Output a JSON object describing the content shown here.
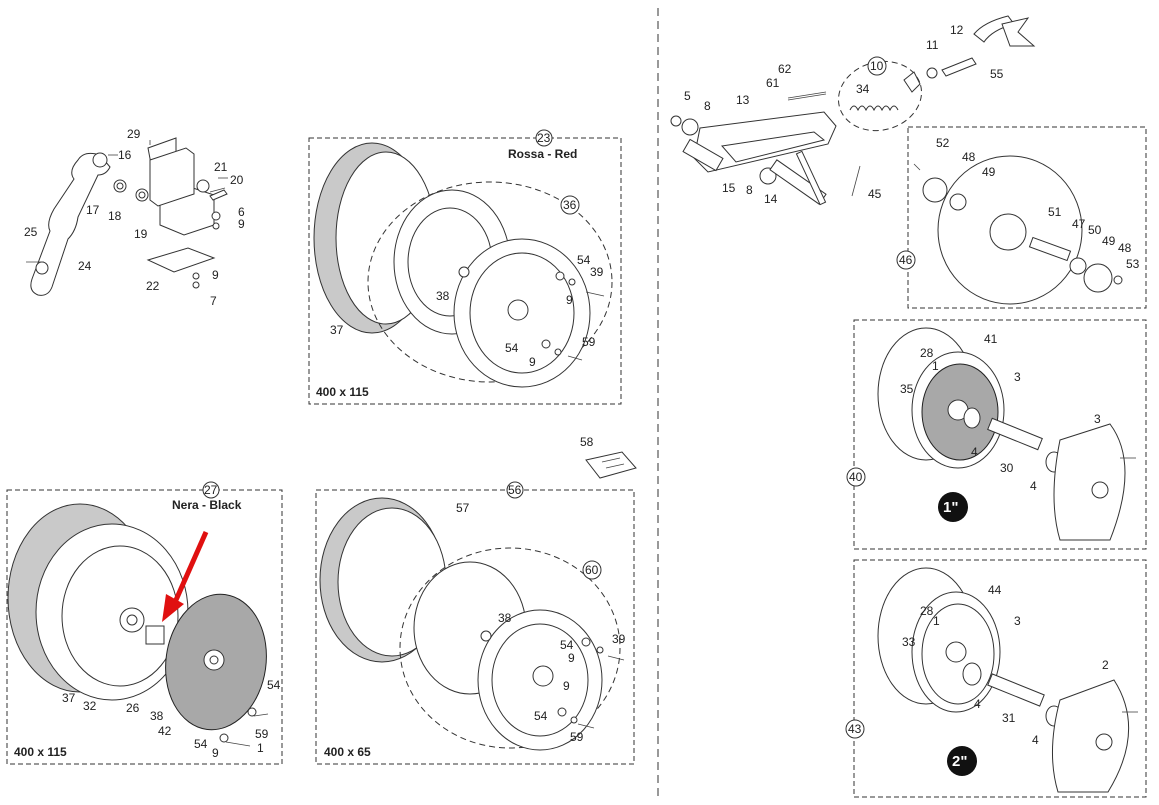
{
  "colors": {
    "arrow": "#e01010",
    "gray_tire": "#c9c9c9",
    "dark_gray": "#a8a8a8",
    "badge": "#111111"
  },
  "panels": {
    "p23": {
      "ref": "23",
      "title": "Rossa - Red",
      "size": "400 x 115",
      "sub_ref": "36"
    },
    "p27": {
      "ref": "27",
      "title": "Nera - Black",
      "size": "400 x 115"
    },
    "p56": {
      "ref": "56",
      "size": "400 x 65",
      "sub_ref": "60"
    },
    "p46": {
      "ref": "46"
    },
    "p40": {
      "ref": "40",
      "badge": "1\""
    },
    "p43": {
      "ref": "43",
      "badge": "2\""
    },
    "p10": {
      "ref": "10"
    }
  },
  "labels": {
    "a16": "16",
    "a29": "29",
    "a21": "21",
    "a20": "20",
    "a17": "17",
    "a18": "18",
    "a6": "6",
    "a9a": "9",
    "a19": "19",
    "a25": "25",
    "a24": "24",
    "a22": "22",
    "a9b": "9",
    "a7": "7",
    "b37": "37",
    "b38": "38",
    "b54a": "54",
    "b39": "39",
    "b9a": "9",
    "b54b": "54",
    "b59": "59",
    "b9b": "9",
    "c37": "37",
    "c32": "32",
    "c26": "26",
    "c38": "38",
    "c42": "42",
    "c54a": "54",
    "c59": "59",
    "c54b": "54",
    "c9": "9",
    "c1": "1",
    "d57": "57",
    "d38": "38",
    "d54a": "54",
    "d39": "39",
    "d9a": "9",
    "d9b": "9",
    "d54b": "54",
    "d59": "59",
    "e58": "58",
    "f5": "5",
    "f8a": "8",
    "f13": "13",
    "f62": "62",
    "f61": "61",
    "f34": "34",
    "f11": "11",
    "f12": "12",
    "f55": "55",
    "f15": "15",
    "f8b": "8",
    "f14": "14",
    "f45": "45",
    "g52": "52",
    "g48a": "48",
    "g49a": "49",
    "g51": "51",
    "g47": "47",
    "g50": "50",
    "g49b": "49",
    "g48b": "48",
    "g53": "53",
    "h41": "41",
    "h28": "28",
    "h1": "1",
    "h35": "35",
    "h3a": "3",
    "h3b": "3",
    "h4a": "4",
    "h30": "30",
    "h4b": "4",
    "i44": "44",
    "i28": "28",
    "i1": "1",
    "i33": "33",
    "i3": "3",
    "i2": "2",
    "i4a": "4",
    "i31": "31",
    "i4b": "4"
  }
}
